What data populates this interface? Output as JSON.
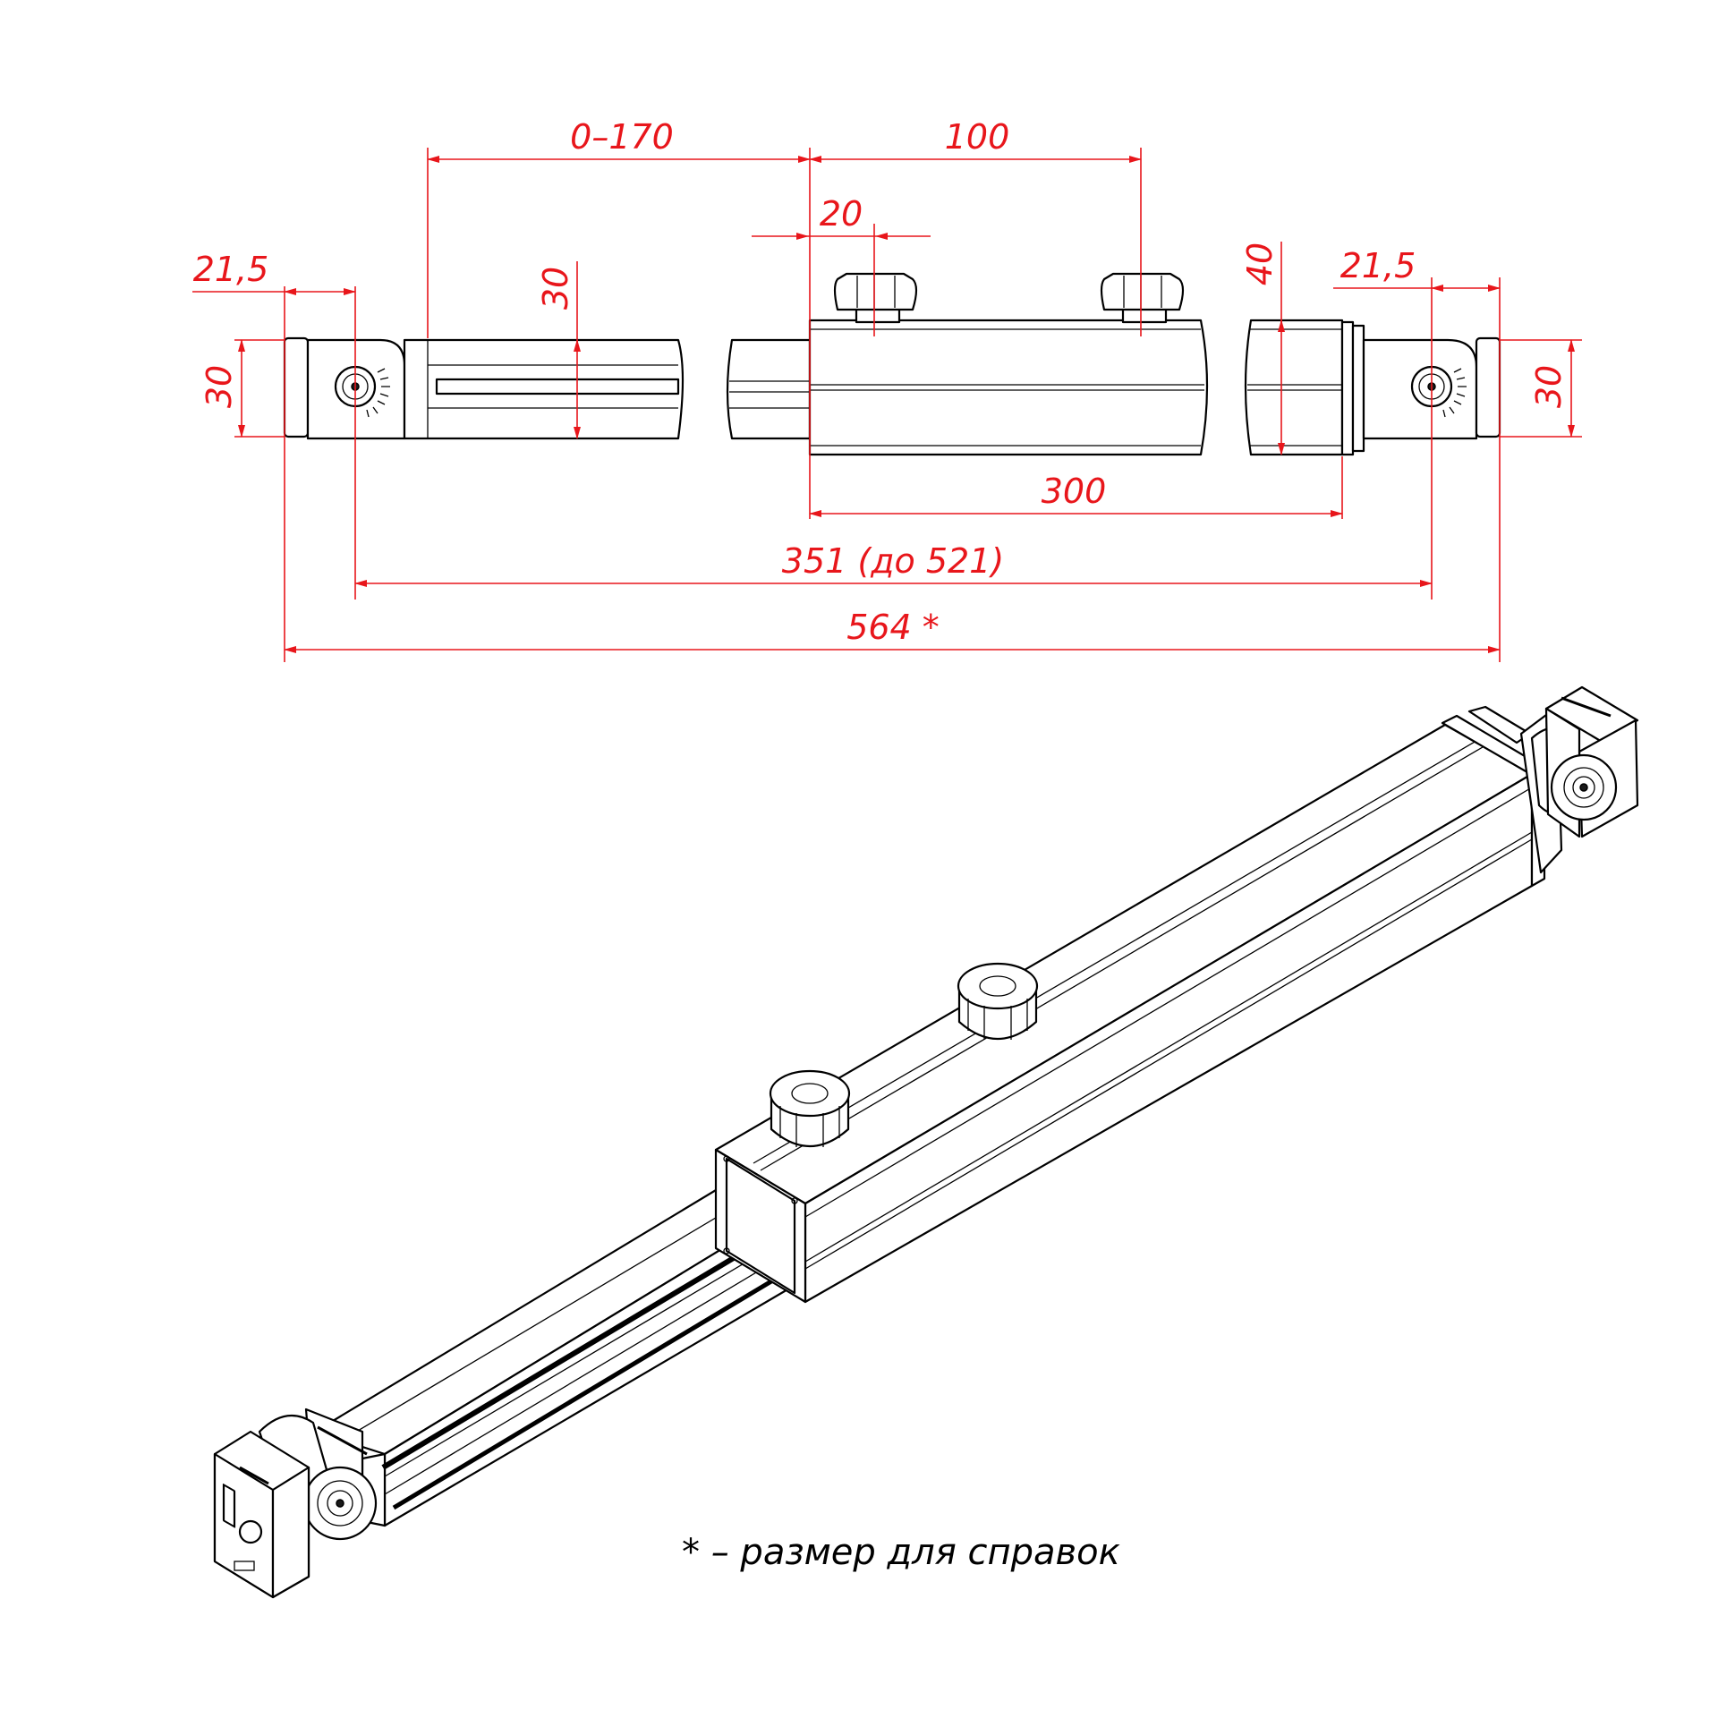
{
  "dimensions": {
    "stroke_range": "0–170",
    "knob_spacing": "100",
    "knob_offset": "20",
    "left_end_offset": "21,5",
    "right_end_offset": "21,5",
    "inner_profile_height": "30",
    "left_end_height": "30",
    "right_end_height": "30",
    "outer_profile_height": "40",
    "outer_profile_length": "300",
    "center_distance": "351 (до 521)",
    "overall_length": "564 *"
  },
  "footnote": "* – размер для справок",
  "colors": {
    "dimension_lines": "#e8161b",
    "part_outline": "#000000"
  }
}
